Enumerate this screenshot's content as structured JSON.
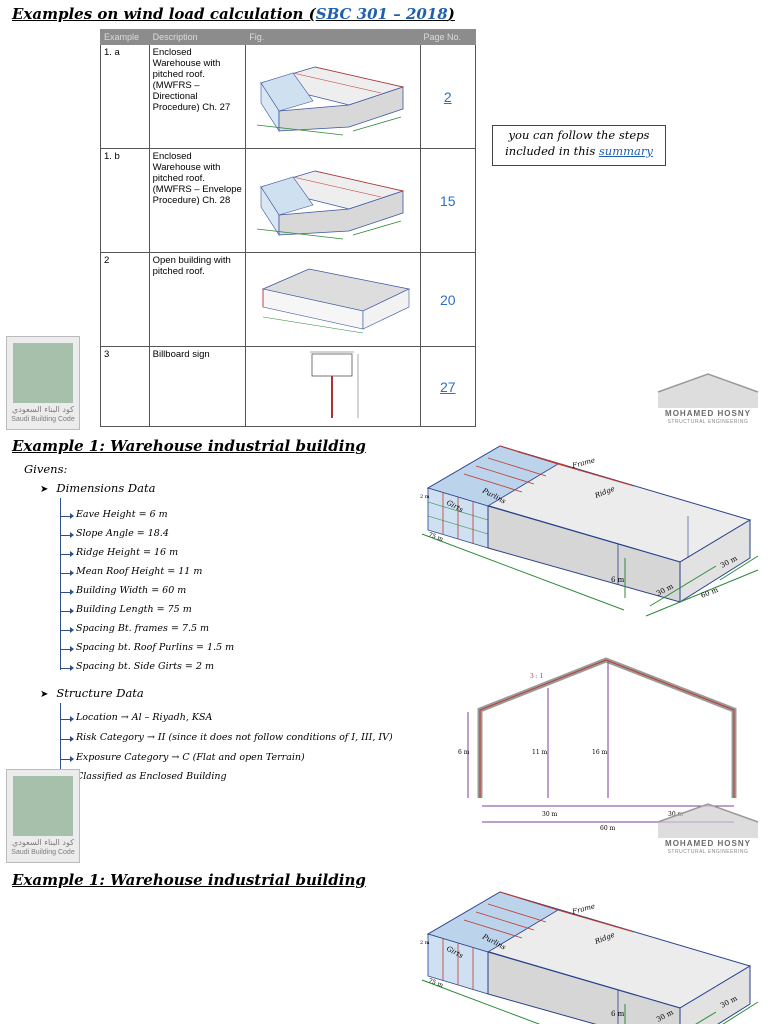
{
  "header": {
    "title_prefix": "Examples on wind load calculation (",
    "title_code": "SBC 301 – 2018",
    "title_suffix": ")"
  },
  "examples_table": {
    "columns": [
      "Example",
      "Description",
      "Fig.",
      "Page No."
    ],
    "rows": [
      {
        "num": "1. a",
        "desc": "Enclosed Warehouse with pitched roof. (MWFRS – Directional Procedure) Ch. 27",
        "page": "2",
        "linked": true
      },
      {
        "num": "1. b",
        "desc": "Enclosed Warehouse with pitched roof. (MWFRS – Envelope Procedure) Ch. 28",
        "page": "15",
        "linked": false
      },
      {
        "num": "2",
        "desc": "Open building with pitched roof.",
        "page": "20",
        "linked": false
      },
      {
        "num": "3",
        "desc": "Billboard sign",
        "page": "27",
        "linked": true
      }
    ]
  },
  "note": {
    "line1": "you can follow the steps",
    "line2_prefix": "included in this ",
    "link": "summary"
  },
  "sbc_logo": {
    "arabic": "كود البناء السعودي",
    "english": "Saudi Building Code"
  },
  "mh_logo": {
    "name": "MOHAMED HOSNY",
    "subtitle": "STRUCTURAL ENGINEERING"
  },
  "example1": {
    "title_prefix": "Example 1",
    "title_rest": ": Warehouse industrial building",
    "givens_label": "Givens:",
    "dimensions_title": "Dimensions Data",
    "dimensions": [
      "Eave Height = 6 m",
      "Slope Angle = 18.4",
      "Ridge Height = 16 m",
      "Mean Roof Height = 11 m",
      "Building Width = 60 m",
      "Building Length = 75 m",
      "Spacing Bt. frames = 7.5 m",
      "Spacing bt. Roof Purlins = 1.5 m",
      "Spacing bt. Side Girts = 2 m"
    ],
    "structure_title": "Structure Data",
    "structure": [
      "Location → Al – Riyadh, KSA",
      "Risk Category → II (since it does not follow conditions of I, III, IV)",
      "Exposure Category → C (Flat and open Terrain)",
      "Classified as Enclosed Building"
    ]
  },
  "building_labels": {
    "frame": "Frame",
    "ridge": "Ridge",
    "purlins": "Purlins",
    "girts": "Girts",
    "eave": "6 m",
    "w1": "30 m",
    "w2": "30 m",
    "width": "60 m",
    "length": "75 m",
    "girt_sp": "2 m"
  },
  "section_labels": {
    "eave": "6 m",
    "mean": "11 m",
    "ridge": "16 m",
    "left": "30 m",
    "right": "30 m",
    "total": "60 m",
    "slope": "3 : 1"
  },
  "example1_repeat": {
    "title_prefix": "Example 1",
    "title_rest": ": Warehouse industrial building"
  }
}
